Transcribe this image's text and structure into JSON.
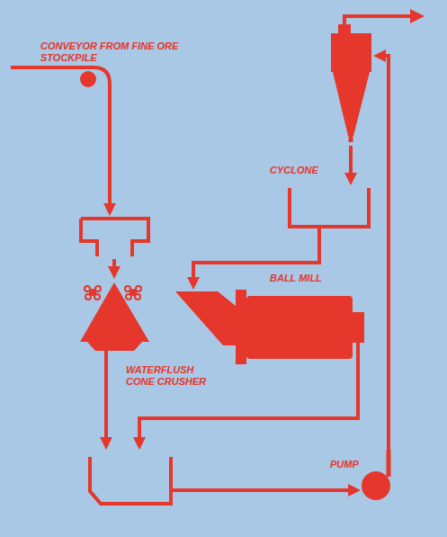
{
  "diagram": {
    "nodes": [
      {
        "text": [
          "CONVEYOR FROM FINE ORE STOCKPILE"
        ]
      },
      {
        "text": [
          "CYCLONE"
        ]
      },
      {
        "text": [
          "BALL MILL"
        ]
      },
      {
        "text": [
          "WATERFLUSH CONE CRUSHER"
        ]
      },
      {
        "text": [
          "PUMP"
        ]
      }
    ],
    "edges": [
      {
        "from": 0,
        "to": 3,
        "arrow": "to"
      },
      {
        "from": 3,
        "to": 4,
        "arrow": "to"
      },
      {
        "from": 2,
        "to": 4,
        "arrow": "to"
      },
      {
        "from": 4,
        "to": 1,
        "arrow": "to"
      },
      {
        "from": 1,
        "to": 2,
        "arrow": "to"
      }
    ]
  }
}
